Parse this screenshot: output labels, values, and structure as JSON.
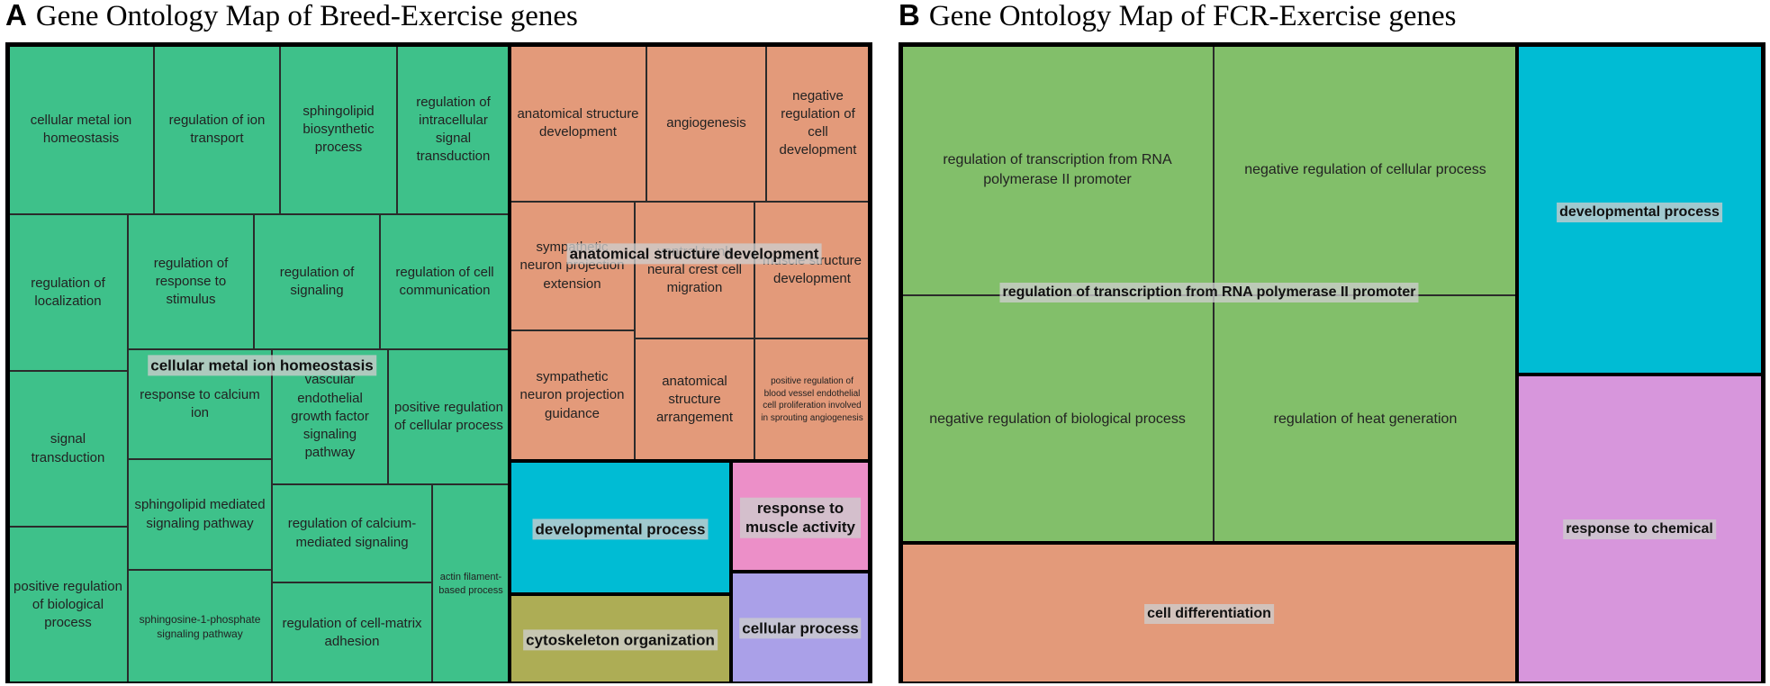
{
  "panels": [
    {
      "letter": "A",
      "title": "Gene Ontology Map of Breed-Exercise genes",
      "tiles": [
        {
          "label": "cellular metal ion homeostasis",
          "group": "cellular metal ion homeostasis"
        },
        {
          "label": "regulation of ion transport",
          "group": "cellular metal ion homeostasis"
        },
        {
          "label": "sphingolipid biosynthetic process",
          "group": "cellular metal ion homeostasis"
        },
        {
          "label": "regulation of intracellular signal transduction",
          "group": "cellular metal ion homeostasis"
        },
        {
          "label": "regulation of localization",
          "group": "cellular metal ion homeostasis"
        },
        {
          "label": "regulation of response to stimulus",
          "group": "cellular metal ion homeostasis"
        },
        {
          "label": "regulation of signaling",
          "group": "cellular metal ion homeostasis"
        },
        {
          "label": "regulation of cell communication",
          "group": "cellular metal ion homeostasis"
        },
        {
          "label": "signal transduction",
          "group": "cellular metal ion homeostasis"
        },
        {
          "label": "response to calcium ion",
          "group": "cellular metal ion homeostasis"
        },
        {
          "label": "vascular endothelial growth factor signaling pathway",
          "group": "cellular metal ion homeostasis"
        },
        {
          "label": "positive regulation of cellular process",
          "group": "cellular metal ion homeostasis"
        },
        {
          "label": "sphingolipid mediated signaling pathway",
          "group": "cellular metal ion homeostasis"
        },
        {
          "label": "regulation of calcium-mediated signaling",
          "group": "cellular metal ion homeostasis"
        },
        {
          "label": "actin filament-based process",
          "group": "cellular metal ion homeostasis"
        },
        {
          "label": "positive regulation of biological process",
          "group": "cellular metal ion homeostasis"
        },
        {
          "label": "sphingosine-1-phosphate signaling pathway",
          "group": "cellular metal ion homeostasis"
        },
        {
          "label": "regulation of cell-matrix adhesion",
          "group": "cellular metal ion homeostasis"
        },
        {
          "label": "anatomical structure development",
          "group": "anatomical structure development"
        },
        {
          "label": "angiogenesis",
          "group": "anatomical structure development"
        },
        {
          "label": "negative regulation of cell development",
          "group": "anatomical structure development"
        },
        {
          "label": "sympathetic neuron projection extension",
          "group": "anatomical structure development"
        },
        {
          "label": "ventral trunk neural crest cell migration",
          "group": "anatomical structure development"
        },
        {
          "label": "muscle structure development",
          "group": "anatomical structure development"
        },
        {
          "label": "sympathetic neuron projection guidance",
          "group": "anatomical structure development"
        },
        {
          "label": "anatomical structure arrangement",
          "group": "anatomical structure development"
        },
        {
          "label": "positive regulation of blood vessel endothelial cell proliferation involved in sprouting angiogenesis",
          "group": "anatomical structure development"
        },
        {
          "label": "",
          "group": "developmental process"
        },
        {
          "label": "",
          "group": "response to muscle activity"
        },
        {
          "label": "",
          "group": "cytoskeleton organization"
        },
        {
          "label": "",
          "group": "cellular process"
        }
      ],
      "groups": [
        {
          "label": "cellular metal ion homeostasis",
          "color": "#3ec18a"
        },
        {
          "label": "anatomical structure development",
          "color": "#e39a7a"
        },
        {
          "label": "developmental process",
          "color": "#00bcd4"
        },
        {
          "label": "response to muscle activity",
          "color": "#ec8fc8"
        },
        {
          "label": "cytoskeleton organization",
          "color": "#adad55"
        },
        {
          "label": "cellular process",
          "color": "#aaa0e8"
        }
      ]
    },
    {
      "letter": "B",
      "title": "Gene Ontology Map of FCR-Exercise genes",
      "tiles": [
        {
          "label": "regulation of transcription from RNA polymerase II promoter",
          "group": "regulation of transcription from RNA polymerase II promoter"
        },
        {
          "label": "negative regulation of cellular process",
          "group": "regulation of transcription from RNA polymerase II promoter"
        },
        {
          "label": "negative regulation of biological process",
          "group": "regulation of transcription from RNA polymerase II promoter"
        },
        {
          "label": "regulation of heat generation",
          "group": "regulation of transcription from RNA polymerase II promoter"
        },
        {
          "label": "",
          "group": "cell differentiation"
        },
        {
          "label": "",
          "group": "developmental process"
        },
        {
          "label": "",
          "group": "response to chemical"
        }
      ],
      "groups": [
        {
          "label": "regulation of transcription from RNA polymerase II promoter",
          "color": "#82bf6a"
        },
        {
          "label": "cell differentiation",
          "color": "#e39a7a"
        },
        {
          "label": "developmental process",
          "color": "#00bcd4"
        },
        {
          "label": "response to chemical",
          "color": "#d796dc"
        }
      ]
    }
  ]
}
